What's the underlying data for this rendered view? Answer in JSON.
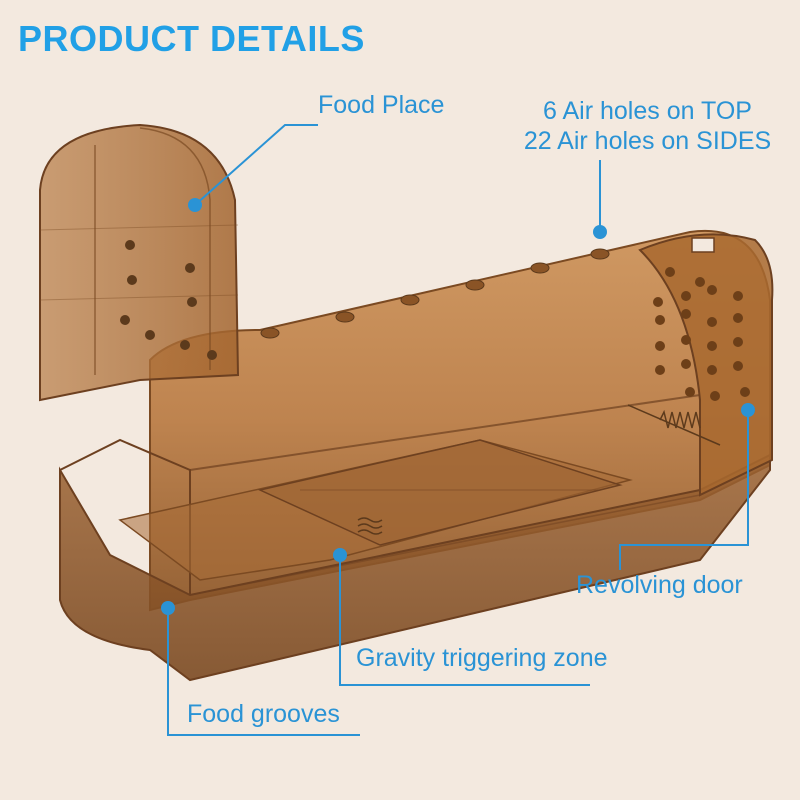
{
  "title": "PRODUCT DETAILS",
  "labels": {
    "food_place": "Food Place",
    "air_holes_top": "6 Air holes on TOP",
    "air_holes_sides": "22 Air holes on SIDES",
    "revolving_door": "Revolving door",
    "gravity_zone": "Gravity triggering zone",
    "food_grooves": "Food grooves"
  },
  "colors": {
    "background": "#f3e9df",
    "accent": "#2a93d5",
    "trap_body": "#b8783f",
    "trap_dark": "#8a5426"
  }
}
